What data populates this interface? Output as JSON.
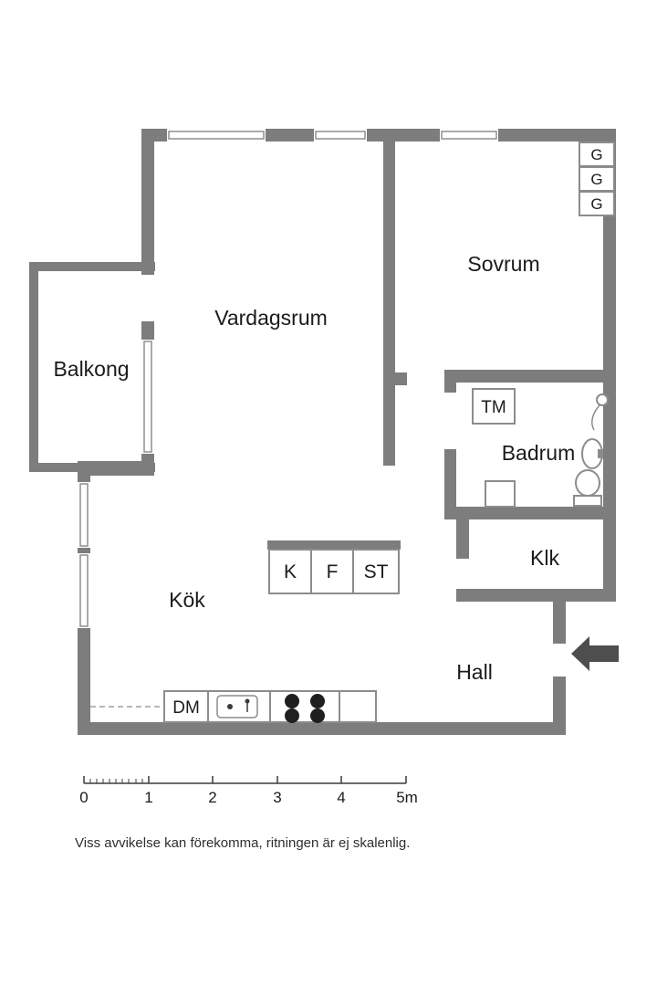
{
  "colors": {
    "wall": "#7d7d7d",
    "window": "#8f8f8f",
    "fixture": "#8c8c8c",
    "text": "#1b1b1b",
    "arrow": "#4e4e4e",
    "dash": "#9e9e9e",
    "scale": "#3c3c3c"
  },
  "rooms": {
    "living": "Vardagsrum",
    "bedroom": "Sovrum",
    "balcony": "Balkong",
    "bathroom": "Badrum",
    "kitchen": "Kök",
    "closet": "Klk",
    "hall": "Hall"
  },
  "labels": {
    "washing_machine": "TM",
    "dishwasher": "DM",
    "fridge": "K",
    "freezer": "F",
    "pantry": "ST",
    "wardrobe": "G"
  },
  "scale": {
    "ticks": [
      "0",
      "1",
      "2",
      "3",
      "4",
      "5m"
    ]
  },
  "disclaimer": "Viss avvikelse kan förekomma, ritningen är ej skalenlig."
}
